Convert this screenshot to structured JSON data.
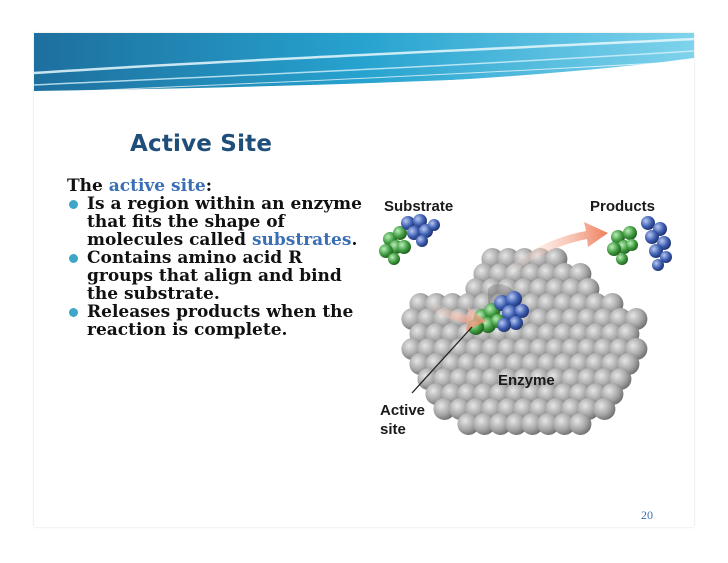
{
  "slide": {
    "title": "Active Site",
    "intro": {
      "pre": "The ",
      "highlight": "active site",
      "post": ":"
    },
    "bullets": [
      {
        "pre": "Is a region within an enzyme that fits the shape of molecules called ",
        "highlight": "substrates",
        "post": "."
      },
      {
        "text": "Contains amino acid R groups that align and bind the substrate."
      },
      {
        "text": "Releases products when  the reaction is complete."
      }
    ],
    "page_number": "20"
  },
  "figure": {
    "labels": {
      "substrate": "Substrate",
      "products": "Products",
      "enzyme": "Enzyme",
      "active_line1": "Active",
      "active_line2": "site"
    },
    "colors": {
      "enzyme": "#9a9a9a",
      "substrate_green": "#3f9a3f",
      "substrate_blue": "#3c5db0",
      "arrow": "#f08f6a",
      "title": "#1f4e79",
      "highlight": "#3a6fb5",
      "bullet": "#3ea6c8"
    }
  }
}
